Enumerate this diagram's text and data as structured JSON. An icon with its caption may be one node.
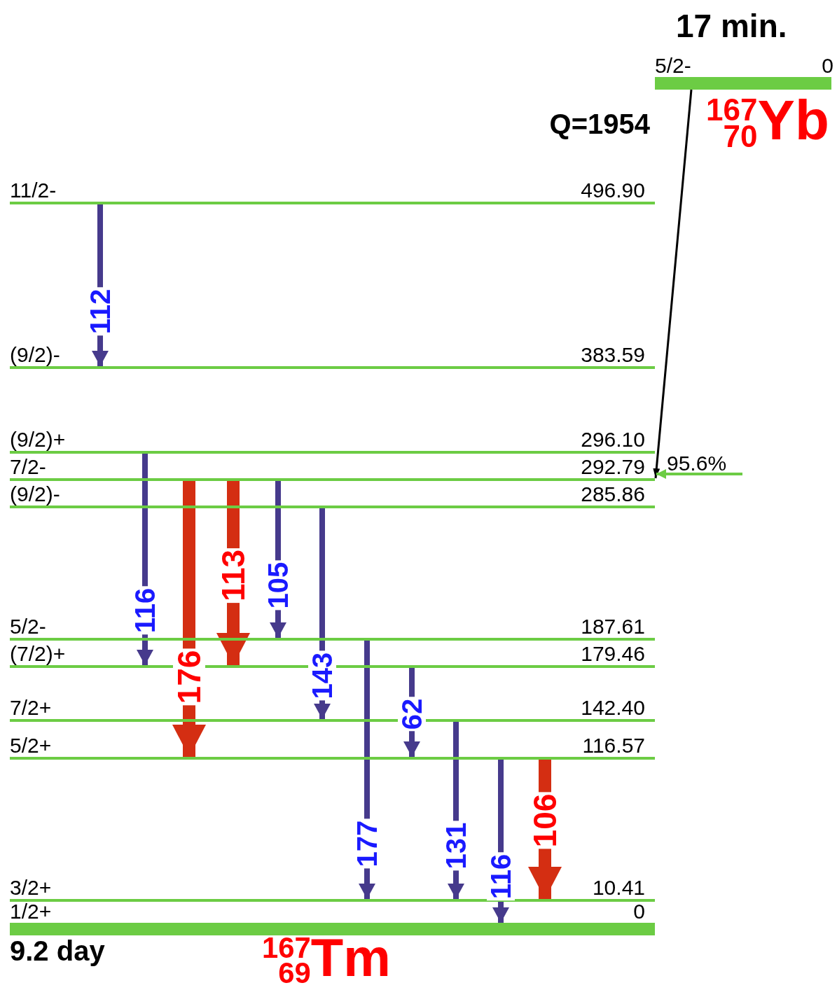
{
  "diagram": {
    "nodes": [
      {
        "text": [],
        "shape": "bar",
        "beside": [
          "5/2-",
          "0",
          "17 min.",
          "$^{167}$$_{70}$Yb"
        ]
      },
      {
        "text": [],
        "shape": "bar",
        "beside": [
          "11/2-",
          "496.90"
        ]
      },
      {
        "text": [],
        "shape": "bar",
        "beside": [
          "(9/2)-",
          "383.59"
        ]
      },
      {
        "text": [],
        "shape": "bar",
        "beside": [
          "(9/2)+",
          "296.10"
        ]
      },
      {
        "text": [],
        "shape": "bar",
        "beside": [
          "7/2-",
          "292.79"
        ]
      },
      {
        "text": [],
        "shape": "bar",
        "beside": [
          "(9/2)-",
          "285.86"
        ]
      },
      {
        "text": [],
        "shape": "bar",
        "beside": [
          "5/2-",
          "187.61"
        ]
      },
      {
        "text": [],
        "shape": "bar",
        "beside": [
          "(7/2)+",
          "179.46"
        ]
      },
      {
        "text": [],
        "shape": "bar",
        "beside": [
          "7/2+",
          "142.40"
        ]
      },
      {
        "text": [],
        "shape": "bar",
        "beside": [
          "5/2+",
          "116.57"
        ]
      },
      {
        "text": [],
        "shape": "bar",
        "beside": [
          "3/2+",
          "10.41"
        ]
      },
      {
        "text": [],
        "shape": "bar",
        "beside": [
          "1/2+",
          "0",
          "9.2 day",
          "$^{167}$$_{69}$Tm"
        ]
      }
    ],
    "edges": [
      {
        "from": 0,
        "to": 4,
        "arrow": "to",
        "color": "#000000"
      },
      {
        "from": null,
        "to": 4,
        "arrow": "to",
        "label": "95.6%",
        "color": "#6ccc44"
      },
      {
        "from": 1,
        "to": 2,
        "arrow": "to",
        "label": "112"
      },
      {
        "from": 3,
        "to": 7,
        "arrow": "to",
        "label": "116"
      },
      {
        "from": 4,
        "to": 9,
        "arrow": "to",
        "label": "176",
        "style": "thick",
        "color": "#d42e12"
      },
      {
        "from": 4,
        "to": 7,
        "arrow": "to",
        "label": "113",
        "style": "thick",
        "color": "#d42e12"
      },
      {
        "from": 4,
        "to": 6,
        "arrow": "to",
        "label": "105"
      },
      {
        "from": 5,
        "to": 8,
        "arrow": "to",
        "label": "143"
      },
      {
        "from": 6,
        "to": 10,
        "arrow": "to",
        "label": "177"
      },
      {
        "from": 7,
        "to": 9,
        "arrow": "to",
        "label": "62"
      },
      {
        "from": 8,
        "to": 10,
        "arrow": "to",
        "label": "131"
      },
      {
        "from": 9,
        "to": 11,
        "arrow": "to",
        "label": "116"
      },
      {
        "from": 9,
        "to": 10,
        "arrow": "to",
        "label": "106",
        "style": "thick",
        "color": "#d42e12"
      }
    ],
    "labels": [
      "Q=1954"
    ]
  }
}
